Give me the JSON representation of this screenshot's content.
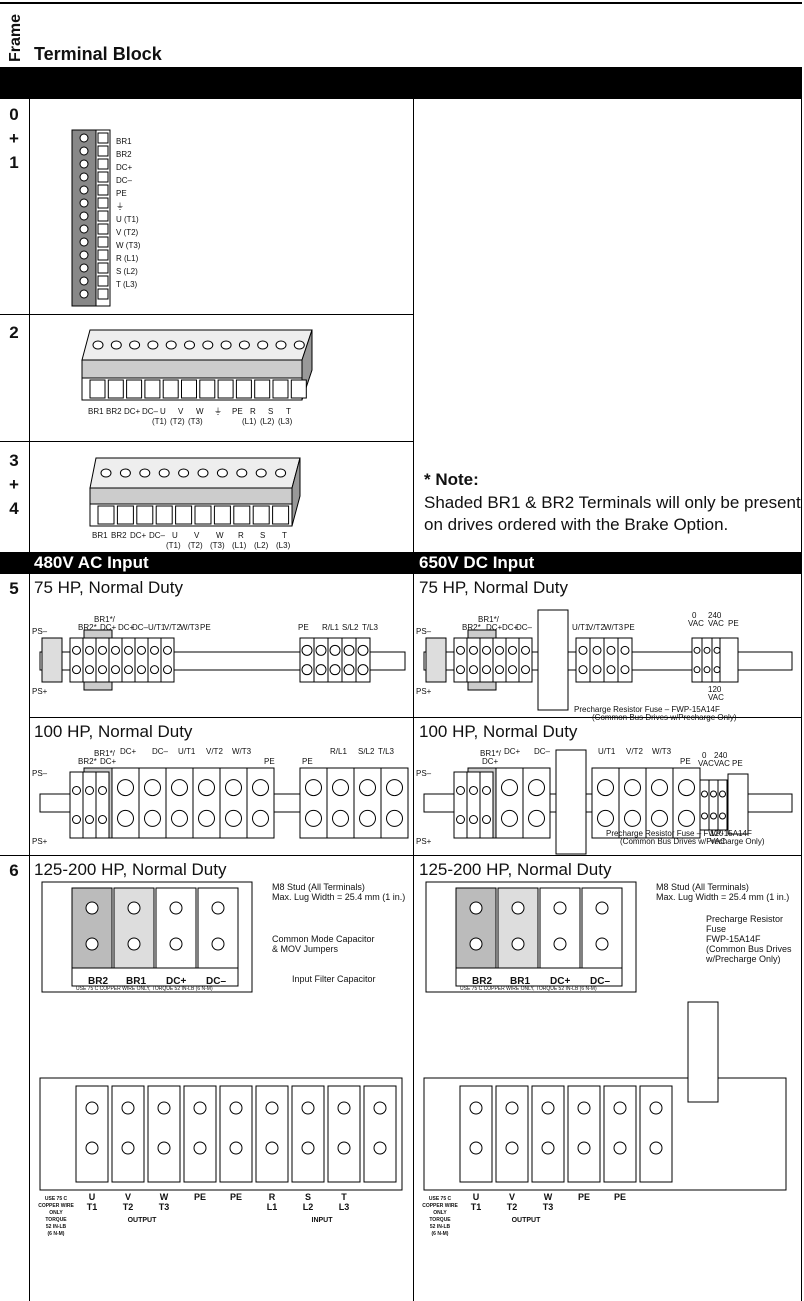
{
  "header": {
    "frame_label": "Frame",
    "title": "Terminal Block"
  },
  "frames": {
    "f01": [
      "0",
      "+",
      "1"
    ],
    "f2": "2",
    "f34": [
      "3",
      "+",
      "4"
    ],
    "f5": "5",
    "f6": "6"
  },
  "note": {
    "title": "* Note:",
    "body": "Shaded BR1 & BR2 Terminals will only be present on drives ordered with the Brake Option."
  },
  "frame01_labels": [
    "BR1",
    "BR2",
    "DC+",
    "DC–",
    "PE",
    "⏚",
    "U (T1)",
    "V (T2)",
    "W (T3)",
    "R (L1)",
    "S (L2)",
    "T (L3)"
  ],
  "frame2_labels": {
    "top": [
      "BR1",
      "BR2",
      "DC+",
      "DC–",
      "U",
      "V",
      "W",
      "⏚",
      "PE",
      "R",
      "S",
      "T"
    ],
    "bottom": [
      "(T1)",
      "(T2)",
      "(T3)",
      "(L1)",
      "(L2)",
      "(L3)"
    ]
  },
  "frame34_labels": {
    "top": [
      "BR1",
      "BR2",
      "DC+",
      "DC–",
      "U",
      "V",
      "W",
      "R",
      "S",
      "T"
    ],
    "bottom": [
      "(T1)",
      "(T2)",
      "(T3)",
      "(L1)",
      "(L2)",
      "(L3)"
    ]
  },
  "inputs": {
    "ac": "480V AC Input",
    "dc": "650V DC Input"
  },
  "sections": {
    "hp75": "75 HP, Normal Duty",
    "hp100": "100 HP, Normal Duty",
    "hp125": "125-200 HP, Normal Duty"
  },
  "diagram_labels": {
    "ps_minus": "PS–",
    "ps_plus": "PS+",
    "br1_dc": "BR1*/",
    "br2": "BR2*",
    "dc_plus": "DC+",
    "dc_minus": "DC–",
    "ut1": "U/T1",
    "vt2": "V/T2",
    "wt3": "W/T3",
    "pe": "PE",
    "rl1": "R/L1",
    "sl2": "S/L2",
    "tl3": "T/L3",
    "vac0": "0",
    "vac240": "240",
    "vac": "VAC",
    "vac120": "120",
    "precharge_fuse": "Precharge Resistor Fuse – FWP-15A14F",
    "common_bus": "(Common Bus Drives w/Precharge Only)",
    "m8_stud": "M8 Stud (All Terminals)",
    "max_lug": "Max. Lug Width = 25.4 mm (1 in.)",
    "cm_cap": "Common Mode Capacitor",
    "mov": "& MOV Jumpers",
    "input_filter": "Input Filter Capacitor",
    "use75": "USE 75 C COPPER WIRE ONLY, TORQUE 52 IN-LB (6 N-M)",
    "use75_short": [
      "USE 75 C",
      "COPPER WIRE",
      "ONLY",
      "TORQUE",
      "52 IN-LB",
      "(6 N-M)"
    ],
    "br2_big": "BR2",
    "br1_big": "BR1",
    "dcp_big": "DC+",
    "dcm_big": "DC–",
    "u": "U",
    "t1": "T1",
    "v": "V",
    "t2": "T2",
    "w": "W",
    "t3": "T3",
    "r": "R",
    "l1": "L1",
    "s": "S",
    "l2": "L2",
    "t": "T",
    "l3": "L3",
    "output": "OUTPUT",
    "input": "INPUT",
    "pr_fuse_lines": [
      "Precharge Resistor",
      "Fuse",
      "FWP-15A14F",
      "(Common Bus Drives",
      "w/Precharge Only)"
    ]
  }
}
